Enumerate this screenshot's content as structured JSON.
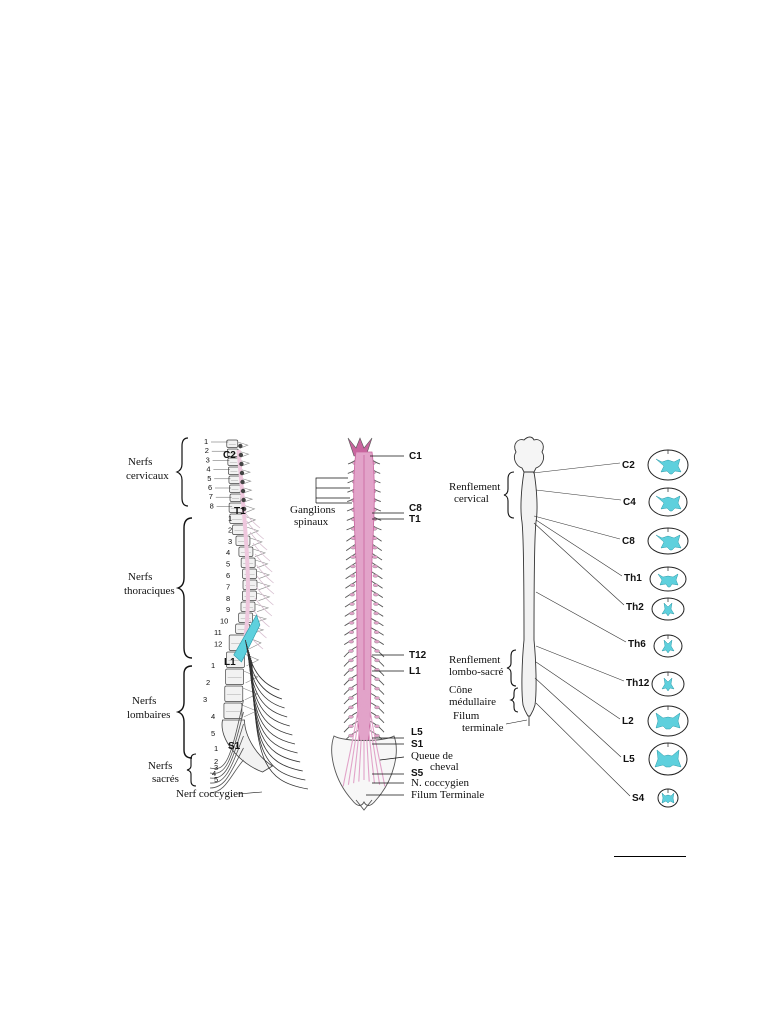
{
  "colors": {
    "cord_pink": "#e2a3c9",
    "cord_pink_dark": "#c9659f",
    "cyan_grey_matter": "#5ed0dd",
    "line": "#222222",
    "bone": "#f2f2f2"
  },
  "left_panel": {
    "group_labels": {
      "cervical": [
        "Nerfs",
        "cervicaux"
      ],
      "thoracic": [
        "Nerfs",
        "thoraciques"
      ],
      "lumbar": [
        "Nerfs",
        "lombaires"
      ],
      "sacral": [
        "Nerfs",
        "sacrés"
      ],
      "coccygeal": "Nerf coccygien"
    },
    "cervical_numbers": [
      "1",
      "2",
      "3",
      "4",
      "5",
      "6",
      "7",
      "8"
    ],
    "thoracic_numbers": [
      "1",
      "2",
      "3",
      "4",
      "5",
      "6",
      "7",
      "8",
      "9",
      "10",
      "11",
      "12"
    ],
    "lumbar_numbers": [
      "1",
      "2",
      "3",
      "4",
      "5"
    ],
    "sacral_numbers": [
      "1",
      "2",
      "3",
      "4",
      "5"
    ],
    "vertebra_labels": {
      "c2": "C2",
      "t1": "T1",
      "l1": "L1",
      "s1": "S1"
    }
  },
  "middle_panel": {
    "labels": {
      "c1": "C1",
      "c8": "C8",
      "t1": "T1",
      "t12": "T12",
      "l1": "L1",
      "l5": "L5",
      "s1": "S1",
      "s5": "S5",
      "queue": [
        "Queue  de",
        "cheval"
      ],
      "n_coccygien": "N. coccygien",
      "filum": "Filum  Terminale",
      "ganglions": [
        "Ganglions",
        "spinaux"
      ]
    }
  },
  "right_panel": {
    "labels": {
      "renflement_cervical": [
        "Renflement",
        "cervical"
      ],
      "renflement_lombo": [
        "Renflement",
        "lombo-sacré"
      ],
      "cone": [
        "Cône",
        "médullaire"
      ],
      "filum": [
        "Filum",
        "terminale"
      ]
    },
    "sections": [
      {
        "label": "C2",
        "level": "C2"
      },
      {
        "label": "C4",
        "level": "C4"
      },
      {
        "label": "C8",
        "level": "C8"
      },
      {
        "label": "Th1",
        "level": "Th1"
      },
      {
        "label": "Th2",
        "level": "Th2"
      },
      {
        "label": "Th6",
        "level": "Th6"
      },
      {
        "label": "Th12",
        "level": "Th12"
      },
      {
        "label": "L2",
        "level": "L2"
      },
      {
        "label": "L5",
        "level": "L5"
      },
      {
        "label": "S4",
        "level": "S4"
      }
    ]
  }
}
